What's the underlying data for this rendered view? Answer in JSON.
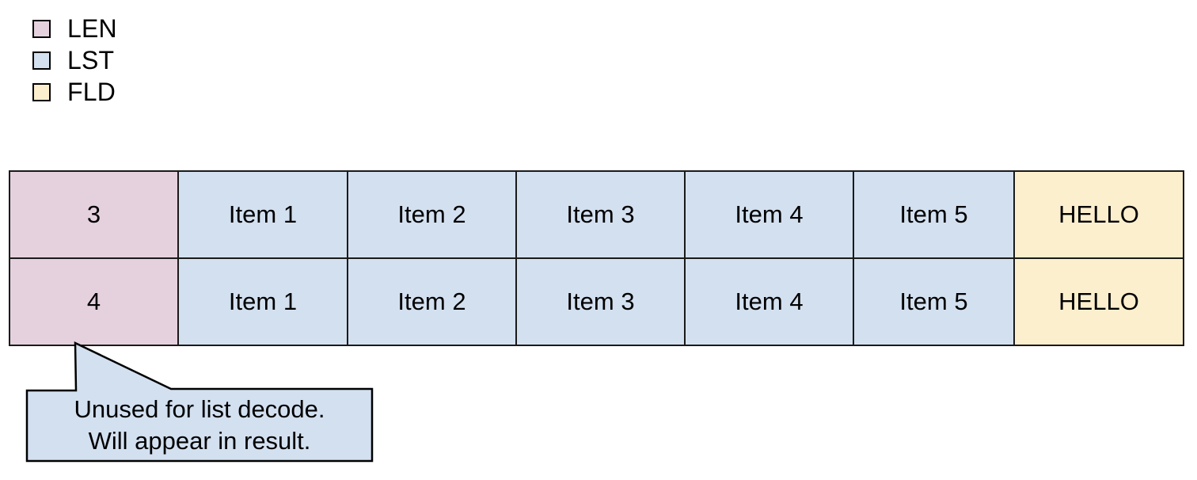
{
  "legend": {
    "items": [
      {
        "label": "LEN",
        "color": "#e5d1dd",
        "swatch_icon": "color-swatch-icon"
      },
      {
        "label": "LST",
        "color": "#d3e0f0",
        "swatch_icon": "color-swatch-icon"
      },
      {
        "label": "FLD",
        "color": "#fcefcd",
        "swatch_icon": "color-swatch-icon"
      }
    ]
  },
  "table": {
    "columns": [
      {
        "kind": "LEN",
        "color": "#e5d1dd"
      },
      {
        "kind": "LST",
        "color": "#d3e0f0"
      },
      {
        "kind": "LST",
        "color": "#d3e0f0"
      },
      {
        "kind": "LST",
        "color": "#d3e0f0"
      },
      {
        "kind": "LST",
        "color": "#d3e0f0"
      },
      {
        "kind": "LST",
        "color": "#d3e0f0"
      },
      {
        "kind": "FLD",
        "color": "#fcefcd"
      }
    ],
    "rows": [
      {
        "cells": [
          "3",
          "Item 1",
          "Item 2",
          "Item 3",
          "Item 4",
          "Item 5",
          "HELLO"
        ]
      },
      {
        "cells": [
          "4",
          "Item 1",
          "Item 2",
          "Item 3",
          "Item 4",
          "Item 5",
          "HELLO"
        ]
      }
    ]
  },
  "callout": {
    "line1": "Unused for list decode.",
    "line2": "Will appear in result.",
    "fill": "#d3e0f0",
    "stroke": "#000000"
  }
}
